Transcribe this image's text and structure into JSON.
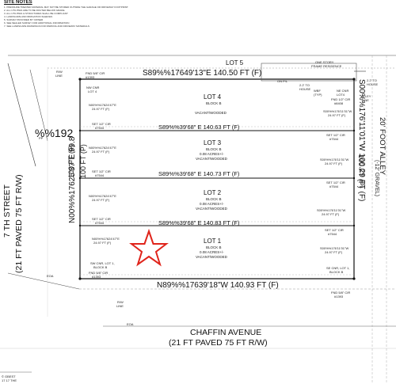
{
  "site_notes": {
    "title": "SITE NOTES",
    "lines": [
      "1. PRESSURE TREATED MATERIAL MAY NOT BE STORED OUTSIDE THE GARAGE OR DRIVEWAY FOOTPRINT.",
      "2. ALL UTILITIES ARE TO BE ROUTED BELOW GRADE.",
      "3. ALL UTILITIES & STRUCTURES SHALL BE COMPLIANT",
      "4. LANDSCAPE AND IRRIGATION SLEEVES",
      "5. SURVEY PROVIDED BY OWNER",
      "6. SEE SEALED SURVEY FOR ADDITIONAL INFORMATION",
      "7. SEE LANDSCAPE DRAWINGS FOR PARKING AND DRIVEWAY MATERIALS"
    ]
  },
  "lots": [
    {
      "name": "LOT 4",
      "block": "BLOCK B",
      "acres": "",
      "status": "VACANT/WOODED"
    },
    {
      "name": "LOT 3",
      "block": "BLOCK B",
      "acres": "0.08 ACRES+/-",
      "status": "VACANT/WOODED"
    },
    {
      "name": "LOT 2",
      "block": "BLOCK B",
      "acres": "0.08 ACRES+/-",
      "status": "VACANT/WOODED"
    },
    {
      "name": "LOT 1",
      "block": "BLOCK B",
      "acres": "0.08 ACRES+/-",
      "status": "VACANT/WOODED"
    }
  ],
  "lot5": "LOT 5",
  "bearings": {
    "top": "S89%%17649'13\"E 140.50 FT (F)",
    "lot4_3": "S89%%39'68\" E 140.63 FT (F)",
    "lot3_2": "S89%%39'68\" E 140.73 FT (F)",
    "lot2_1": "S89%%39'68\" E 140.83 FT (F)",
    "bottom": "N89%%17639'18\"W 140.93 FT (F)",
    "west_bearing": "N00%%17625'37\"E 99.8",
    "west_dist1": "100 FT (F)",
    "west_dist2": "100 FT (P)",
    "east_bearing": "S00%%176'11'01\"W 100.29 FT (F)",
    "east_dist": "100 FT (P)",
    "fraction": "%%192"
  },
  "streets": {
    "west_name": "7 TH STREET",
    "west_detail": "(21 FT PAVED 75 FT R/W)",
    "south_name": "CHAFFIN AVENUE",
    "south_detail": "(21 FT PAVED 75 FT R/W)",
    "alley_line1": "20' FOOT ALLEY",
    "alley_line2": "(-12' GRAVEL)"
  },
  "annotations": {
    "fnd_top": "FND 5/8\" CIR",
    "fnd_top_num": "#1393",
    "rw_line_top": "R/W",
    "rw_line_top2": "LINE",
    "nw_cnr": "NW CNR",
    "nw_cnr_lot": "LOT 4",
    "set_half_1": "SET 1/2\" CIR",
    "set_half_1n": "#7544",
    "set_half_2": "SET 1/2\" CIR",
    "set_half_2n": "#7544",
    "set_half_3": "SET 1/2\" CIR",
    "set_half_3n": "#7544",
    "pp": "PP",
    "tie_w1": "N00%%17624'47\"E",
    "tie_w1d": "24.97 FT (F)",
    "tie_w2": "N00%%17624'47\"E",
    "tie_w2d": "24.97 FT (F)",
    "tie_w3": "N00%%17624'47\"E",
    "tie_w3d": "24.97 FT (F)",
    "tie_w4": "N00%%17624'47\"E",
    "tie_w4d": "24.97 FT (F)",
    "sw_cnr": "SW CNR, LOT 1,",
    "sw_cnr_b": "BLOCK B",
    "fnd_bot": "FND 5/8\" CIR",
    "fnd_bot_num": "#1393",
    "rw_line_bot": "R/W",
    "rw_line_bot2": "LINE",
    "eoa_left": "EOA",
    "eoa_bottom": "EOA",
    "one_story": "ONE STORY",
    "frame_res": "FRAME RESIDENCE",
    "on_pl": "ON P/L",
    "to_house": "2.2' TO",
    "to_house2": "HOUSE",
    "to_house_r": "2.2' TO",
    "to_house_r2": "HOUSE",
    "wbf": "WBF",
    "typ": "(TYP)",
    "ne_cnr": "NE CNR",
    "ne_cnr_lot": "LOT4",
    "fnd_half": "FND 1/2\" CIR",
    "fnd_half_num": "#8408",
    "alley_line": "ALLEY",
    "alley_line2": "LINE",
    "tie_e1": "S00%%176'11'01\"W",
    "tie_e1d": "24.97 FT (F)",
    "set_e1": "SET 1/2\" CIR",
    "set_e1n": "#7544",
    "tie_e2": "S00%%176'11'01\"W",
    "tie_e2d": "24.97 FT (F)",
    "set_e2": "SET 1/2\" CIR",
    "set_e2n": "#7544",
    "tie_e3": "S00%%176'11'01\"W",
    "tie_e3d": "24.97 FT (F)",
    "set_e3": "SET 1/2\" CIR",
    "set_e3n": "#7544",
    "tie_e4": "S00%%176'11'01\"W",
    "tie_e4d": "24.97 FT (F)",
    "se_cnr": "SE CNR, LOT 1,",
    "se_cnr_b": "BLOCK B",
    "fnd_bot_r": "FND 5/8\" CIR",
    "fnd_bot_r_num": "#1393"
  },
  "footer": {
    "ref": "© GBEST",
    "ref2": "17 17 THE"
  },
  "colors": {
    "star": "#e0241b",
    "line": "#111111",
    "grid": "#bbbbbb"
  }
}
